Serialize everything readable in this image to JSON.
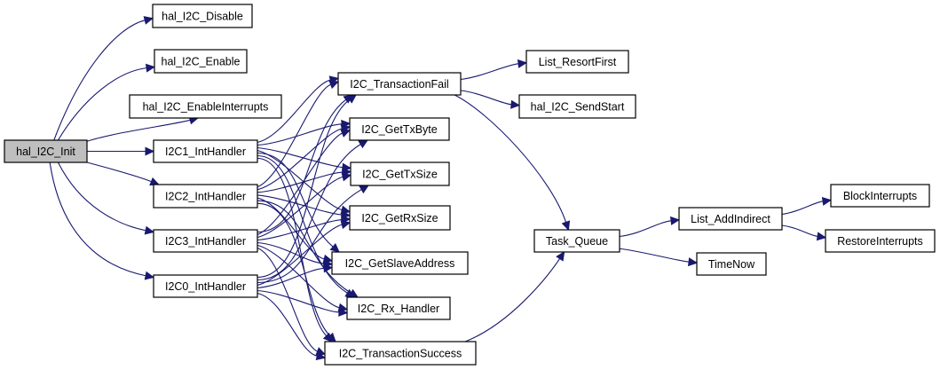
{
  "diagram": {
    "type": "call-graph",
    "edge_color": "#191970",
    "root_fill": "#bfbfbf",
    "node_fill": "#ffffff",
    "nodes": [
      {
        "id": "hal_I2C_Init",
        "label": "hal_I2C_Init",
        "root": true
      },
      {
        "id": "hal_I2C_Disable",
        "label": "hal_I2C_Disable"
      },
      {
        "id": "hal_I2C_Enable",
        "label": "hal_I2C_Enable"
      },
      {
        "id": "hal_I2C_EnableInterrupts",
        "label": "hal_I2C_EnableInterrupts"
      },
      {
        "id": "I2C1_IntHandler",
        "label": "I2C1_IntHandler"
      },
      {
        "id": "I2C2_IntHandler",
        "label": "I2C2_IntHandler"
      },
      {
        "id": "I2C3_IntHandler",
        "label": "I2C3_IntHandler"
      },
      {
        "id": "I2C0_IntHandler",
        "label": "I2C0_IntHandler"
      },
      {
        "id": "I2C_TransactionFail",
        "label": "I2C_TransactionFail"
      },
      {
        "id": "I2C_GetTxByte",
        "label": "I2C_GetTxByte"
      },
      {
        "id": "I2C_GetTxSize",
        "label": "I2C_GetTxSize"
      },
      {
        "id": "I2C_GetRxSize",
        "label": "I2C_GetRxSize"
      },
      {
        "id": "I2C_GetSlaveAddress",
        "label": "I2C_GetSlaveAddress"
      },
      {
        "id": "I2C_Rx_Handler",
        "label": "I2C_Rx_Handler"
      },
      {
        "id": "I2C_TransactionSuccess",
        "label": "I2C_TransactionSuccess"
      },
      {
        "id": "List_ResortFirst",
        "label": "List_ResortFirst"
      },
      {
        "id": "hal_I2C_SendStart",
        "label": "hal_I2C_SendStart"
      },
      {
        "id": "Task_Queue",
        "label": "Task_Queue"
      },
      {
        "id": "List_AddIndirect",
        "label": "List_AddIndirect"
      },
      {
        "id": "TimeNow",
        "label": "TimeNow"
      },
      {
        "id": "BlockInterrupts",
        "label": "BlockInterrupts"
      },
      {
        "id": "RestoreInterrupts",
        "label": "RestoreInterrupts"
      }
    ],
    "edges": [
      [
        "hal_I2C_Init",
        "hal_I2C_Disable"
      ],
      [
        "hal_I2C_Init",
        "hal_I2C_Enable"
      ],
      [
        "hal_I2C_Init",
        "hal_I2C_EnableInterrupts"
      ],
      [
        "hal_I2C_Init",
        "I2C1_IntHandler"
      ],
      [
        "hal_I2C_Init",
        "I2C2_IntHandler"
      ],
      [
        "hal_I2C_Init",
        "I2C3_IntHandler"
      ],
      [
        "hal_I2C_Init",
        "I2C0_IntHandler"
      ],
      [
        "I2C1_IntHandler",
        "I2C_TransactionFail"
      ],
      [
        "I2C1_IntHandler",
        "I2C_GetTxByte"
      ],
      [
        "I2C1_IntHandler",
        "I2C_GetTxSize"
      ],
      [
        "I2C1_IntHandler",
        "I2C_GetRxSize"
      ],
      [
        "I2C1_IntHandler",
        "I2C_GetSlaveAddress"
      ],
      [
        "I2C1_IntHandler",
        "I2C_Rx_Handler"
      ],
      [
        "I2C1_IntHandler",
        "I2C_TransactionSuccess"
      ],
      [
        "I2C2_IntHandler",
        "I2C_TransactionFail"
      ],
      [
        "I2C2_IntHandler",
        "I2C_GetTxByte"
      ],
      [
        "I2C2_IntHandler",
        "I2C_GetTxSize"
      ],
      [
        "I2C2_IntHandler",
        "I2C_GetRxSize"
      ],
      [
        "I2C2_IntHandler",
        "I2C_GetSlaveAddress"
      ],
      [
        "I2C2_IntHandler",
        "I2C_Rx_Handler"
      ],
      [
        "I2C2_IntHandler",
        "I2C_TransactionSuccess"
      ],
      [
        "I2C3_IntHandler",
        "I2C_TransactionFail"
      ],
      [
        "I2C3_IntHandler",
        "I2C_GetTxByte"
      ],
      [
        "I2C3_IntHandler",
        "I2C_GetTxSize"
      ],
      [
        "I2C3_IntHandler",
        "I2C_GetRxSize"
      ],
      [
        "I2C3_IntHandler",
        "I2C_GetSlaveAddress"
      ],
      [
        "I2C3_IntHandler",
        "I2C_Rx_Handler"
      ],
      [
        "I2C3_IntHandler",
        "I2C_TransactionSuccess"
      ],
      [
        "I2C0_IntHandler",
        "I2C_TransactionFail"
      ],
      [
        "I2C0_IntHandler",
        "I2C_GetTxByte"
      ],
      [
        "I2C0_IntHandler",
        "I2C_GetTxSize"
      ],
      [
        "I2C0_IntHandler",
        "I2C_GetRxSize"
      ],
      [
        "I2C0_IntHandler",
        "I2C_GetSlaveAddress"
      ],
      [
        "I2C0_IntHandler",
        "I2C_Rx_Handler"
      ],
      [
        "I2C0_IntHandler",
        "I2C_TransactionSuccess"
      ],
      [
        "I2C_TransactionFail",
        "List_ResortFirst"
      ],
      [
        "I2C_TransactionFail",
        "hal_I2C_SendStart"
      ],
      [
        "I2C_TransactionFail",
        "Task_Queue"
      ],
      [
        "I2C_TransactionSuccess",
        "Task_Queue"
      ],
      [
        "Task_Queue",
        "List_AddIndirect"
      ],
      [
        "Task_Queue",
        "TimeNow"
      ],
      [
        "List_AddIndirect",
        "BlockInterrupts"
      ],
      [
        "List_AddIndirect",
        "RestoreInterrupts"
      ]
    ]
  }
}
